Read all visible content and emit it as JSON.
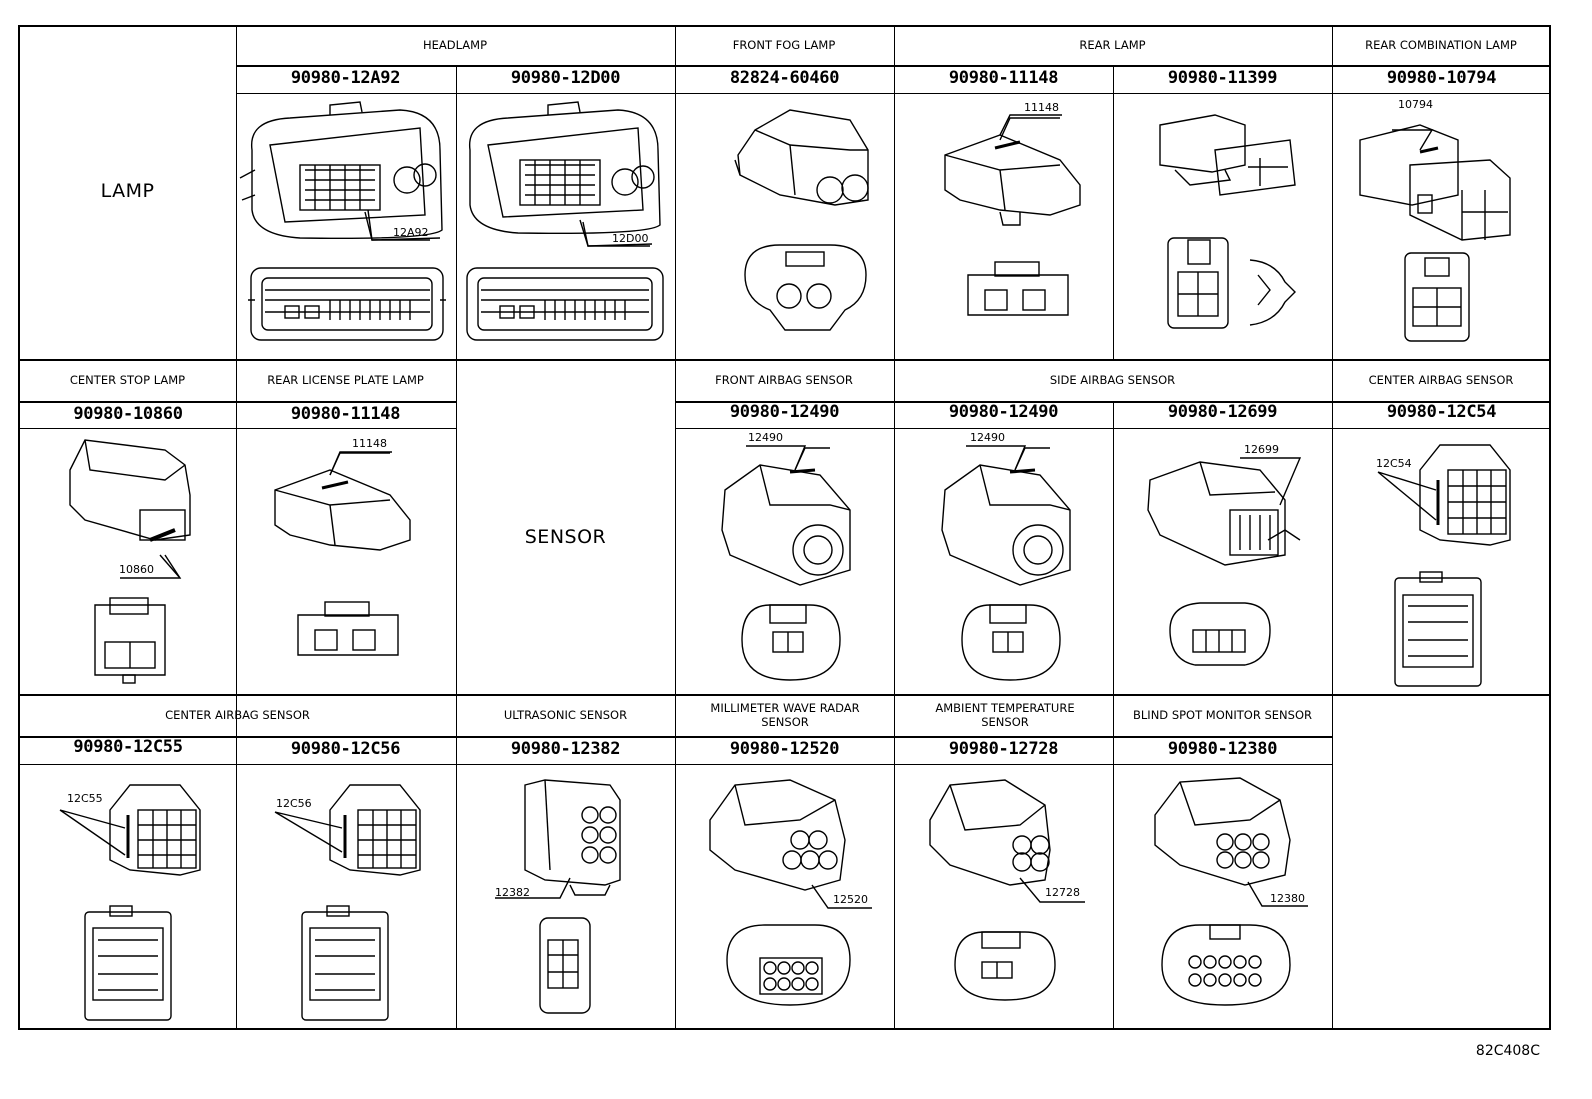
{
  "row1": {
    "side_label": "LAMP",
    "groups": [
      "HEADLAMP",
      "FRONT FOG LAMP",
      "REAR LAMP",
      "REAR COMBINATION LAMP"
    ],
    "parts": [
      "90980-12A92",
      "90980-12D00",
      "82824-60460",
      "90980-11148",
      "90980-11399",
      "90980-10794"
    ],
    "callouts": [
      "12A92",
      "12D00",
      "11148",
      "10794"
    ]
  },
  "row2": {
    "groups": [
      "CENTER STOP LAMP",
      "REAR LICENSE PLATE LAMP",
      "FRONT AIRBAG SENSOR",
      "SIDE AIRBAG SENSOR",
      "CENTER AIRBAG SENSOR"
    ],
    "side_label": "SENSOR",
    "parts": [
      "90980-10860",
      "90980-11148",
      "90980-12490",
      "90980-12490",
      "90980-12699",
      "90980-12C54"
    ],
    "callouts": [
      "10860",
      "11148",
      "12490",
      "12490",
      "12699",
      "12C54"
    ]
  },
  "row3": {
    "groups": [
      "CENTER AIRBAG SENSOR",
      "ULTRASONIC SENSOR",
      "MILLIMETER WAVE RADAR SENSOR",
      "AMBIENT TEMPERATURE SENSOR",
      "BLIND SPOT MONITOR SENSOR"
    ],
    "parts": [
      "90980-12C55",
      "90980-12C56",
      "90980-12382",
      "90980-12520",
      "90980-12728",
      "90980-12380"
    ],
    "callouts": [
      "12C55",
      "12C56",
      "12382",
      "12520",
      "12728",
      "12380"
    ]
  },
  "footer": {
    "code": "82C408C"
  }
}
